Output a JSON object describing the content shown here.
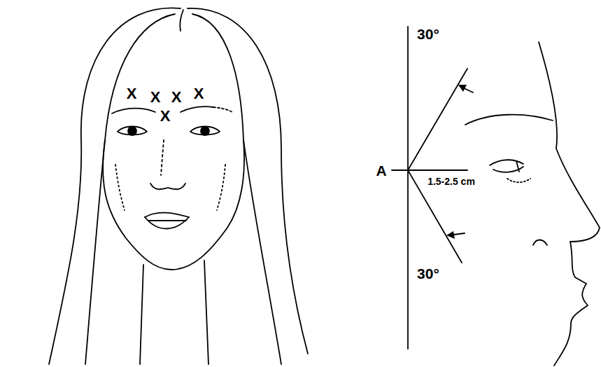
{
  "diagram": {
    "labels": [
      "X",
      "X",
      "X",
      "X",
      "X",
      "30°",
      "A",
      "1.5-2.5 cm",
      "30°"
    ]
  }
}
